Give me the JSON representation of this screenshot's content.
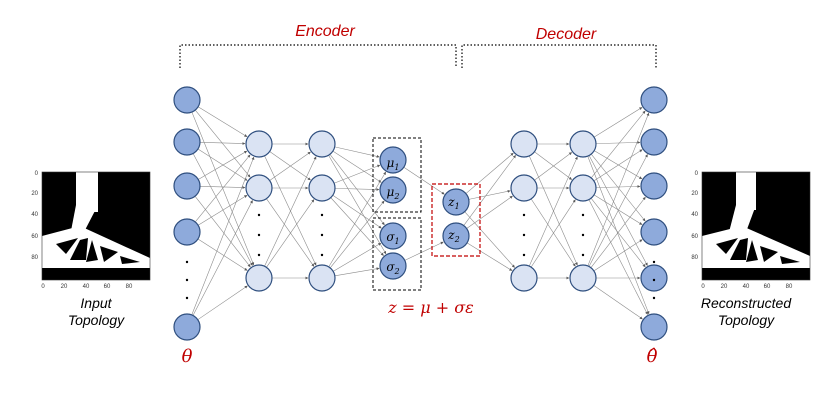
{
  "titles": {
    "encoder": "Encoder",
    "decoder": "Decoder"
  },
  "captions": {
    "input_line1": "Input",
    "input_line2": "Topology",
    "output_line1": "Reconstructed",
    "output_line2": "Topology"
  },
  "math": {
    "theta": "θ",
    "theta_hat": "θ̂",
    "reparam": "z = μ + σε",
    "mu": "μ",
    "sigma": "σ",
    "z": "z"
  },
  "latent_subscripts": [
    "1",
    "2"
  ],
  "axis_ticks": {
    "y": [
      "0",
      "20",
      "40",
      "60",
      "80"
    ],
    "x": [
      "0",
      "20",
      "40",
      "60",
      "80"
    ]
  },
  "colors": {
    "title_red": "#c00000",
    "node_dark": "#8eaadb",
    "node_light": "#dae3f3",
    "node_stroke": "#2f4f7f",
    "edge": "#8c8c8c"
  }
}
